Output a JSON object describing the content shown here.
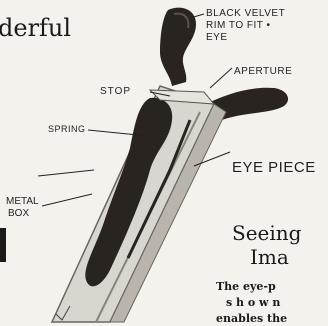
{
  "header_fragment": "derful",
  "labels": {
    "black_velvet": [
      "BLACK VELVET",
      "RIM TO FIT •",
      "EYE"
    ],
    "aperture": "APERTURE",
    "stop": "STOP",
    "spring": "SPRING",
    "eye_piece": "EYE PIECE",
    "metal_box": [
      "METAL",
      "BOX"
    ]
  },
  "heading": [
    "Seeing",
    "Ima"
  ],
  "body_text": [
    "The eye-p",
    "s h o w n",
    "enables the"
  ],
  "colors": {
    "background": "#f4f2ed",
    "device_dark": "#2a2420",
    "metal": "#d9d6cf",
    "ink": "#1a1a1a"
  }
}
